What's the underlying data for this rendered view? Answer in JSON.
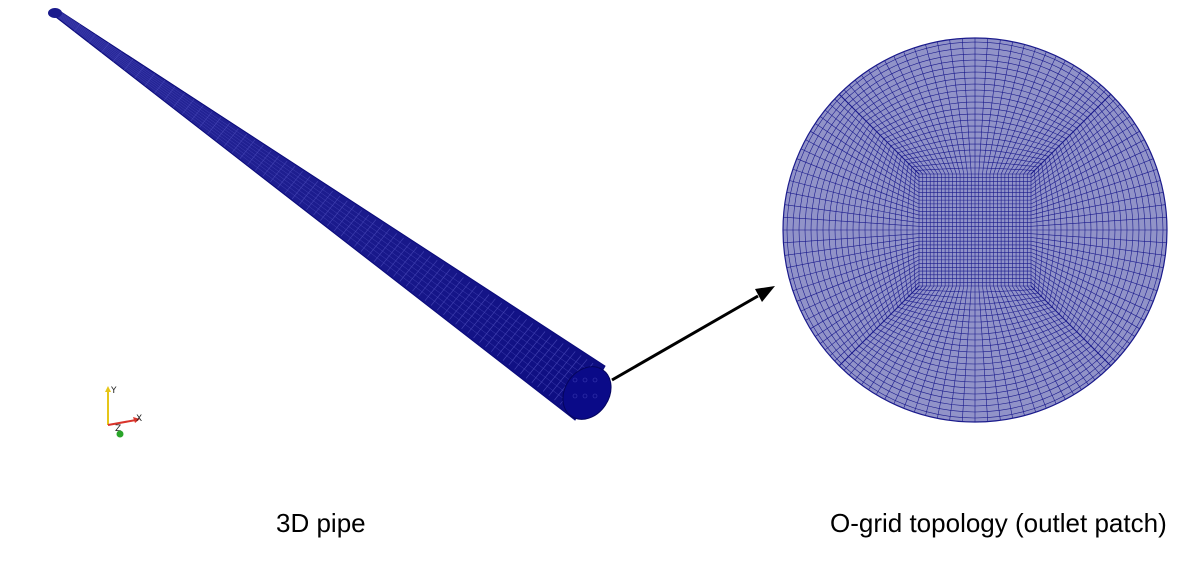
{
  "left_panel": {
    "caption": "3D pipe"
  },
  "right_panel": {
    "caption": "O-grid topology (outlet patch)"
  },
  "axes_triad": {
    "x_label": "X",
    "y_label": "Y",
    "z_label": "Z"
  },
  "colors": {
    "mesh_line": "#1a1a8c",
    "mesh_fill": "#8f92c9",
    "pipe_dark": "#0a0a7a",
    "arrow": "#000000",
    "x_axis": "#d9342b",
    "y_axis": "#e6c619",
    "z_axis": "#2aa52a"
  }
}
